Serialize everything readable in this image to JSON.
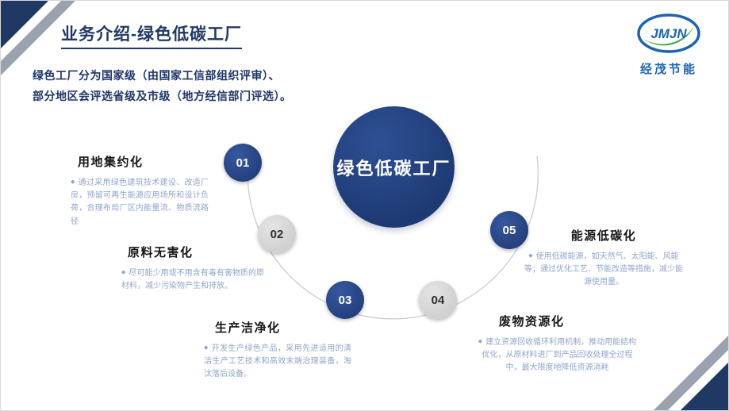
{
  "slide": {
    "title": "业务介绍-绿色低碳工厂",
    "logo": {
      "initials": "JMJN",
      "company": "经茂节能"
    },
    "intro": {
      "line1": "绿色工厂分为国家级（由国家工信部组织评审）、",
      "line2": "部分地区会评选省级及市级（地方经信部门评选）。"
    },
    "diagram": {
      "center_label": "绿色低碳工厂",
      "bullet_char": "◆",
      "nodes": [
        {
          "number": "01",
          "title": "用地集约化",
          "style": "blue",
          "desc": "通过采用绿色建筑技术建设、改造厂房，预留可再生能源应用场所和设计负荷，合理布局厂区内能量流、物质流路径"
        },
        {
          "number": "02",
          "title": "原料无害化",
          "style": "gray",
          "desc": "尽可能少用或不用含有毒有害物质的原材料，减少污染物产生和排放。"
        },
        {
          "number": "03",
          "title": "生产洁净化",
          "style": "blue",
          "desc": "开发生产绿色产品，采用先进适用的清洁生产工艺技术和高效末端治理装备，淘汰落后设备。"
        },
        {
          "number": "04",
          "title": "废物资源化",
          "style": "gray",
          "desc": "建立资源回收循环利用机制，推动用能结构优化，从原材料进厂到产品回收处理全过程中，最大限度地降低资源消耗"
        },
        {
          "number": "05",
          "title": "能源低碳化",
          "style": "blue",
          "desc": "使用低碳能源，如天然气、太阳能、风能等；通过优化工艺、节能改造等措施，减少能源使用量。"
        }
      ]
    },
    "colors": {
      "navy": "#203864",
      "node_blue": "#2a478a",
      "node_gray": "#d6d6d6",
      "desc_text": "#90a5cc",
      "logo_blue": "#1d64b0",
      "logo_green": "#3fa53b"
    }
  }
}
